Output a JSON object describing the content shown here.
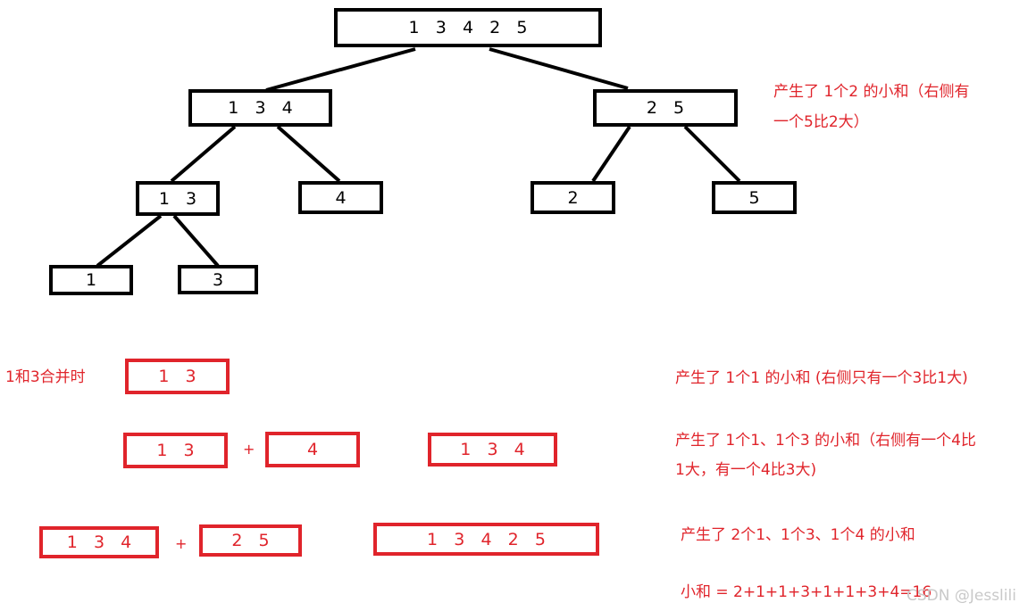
{
  "tree": {
    "root": "1   3   4   2   5",
    "left": "1   3   4",
    "right": "2   5",
    "left_left": "1   3",
    "left_right": "4",
    "right_left": "2",
    "right_right": "5",
    "leaf_1": "1",
    "leaf_3": "3"
  },
  "tree_note": {
    "line1": "产生了 1个2 的小和（右侧有",
    "line2": "一个5比2大）"
  },
  "merge": {
    "row1": {
      "label": "1和3合并时",
      "result": "1   3",
      "note": "产生了 1个1 的小和 (右侧只有一个3比1大)"
    },
    "row2": {
      "left": "1   3",
      "plus": "+",
      "right": "4",
      "result": "1   3   4",
      "note_line1": "产生了 1个1、1个3 的小和（右侧有一个4比",
      "note_line2": "1大，有一个4比3大)"
    },
    "row3": {
      "left": "1   3   4",
      "plus": "+",
      "right": "2   5",
      "result": "1   3   4   2   5",
      "note": "产生了 2个1、1个3、1个4 的小和"
    },
    "total": "小和 = 2+1+1+3+1+1+3+4=16"
  },
  "watermark": "CSDN @Jesslili",
  "colors": {
    "black": "#000000",
    "red": "#e0242b"
  }
}
